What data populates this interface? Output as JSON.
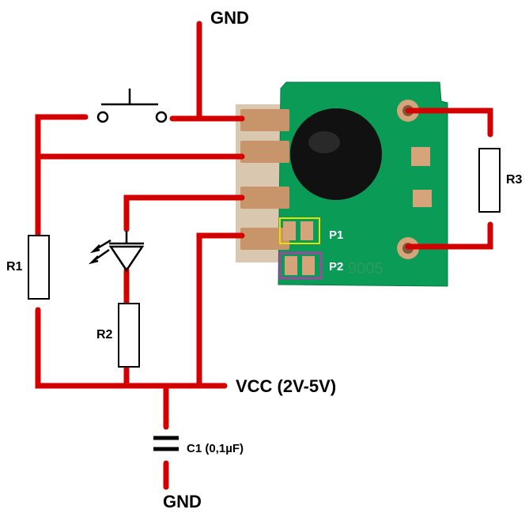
{
  "labels": {
    "gnd_top": "GND",
    "gnd_bottom": "GND",
    "vcc": "VCC (2V-5V)",
    "c1": "C1 (0,1µF)",
    "r1": "R1",
    "r2": "R2",
    "r3": "R3",
    "p1": "P1",
    "p2": "P2",
    "board_marking": "9005"
  },
  "colors": {
    "wire": "#d40000",
    "pcb": "#0a9b57",
    "pad": "#c8956a",
    "blob": "#111111",
    "p1_box": "#e5e000",
    "p2_box": "#e020c0"
  }
}
